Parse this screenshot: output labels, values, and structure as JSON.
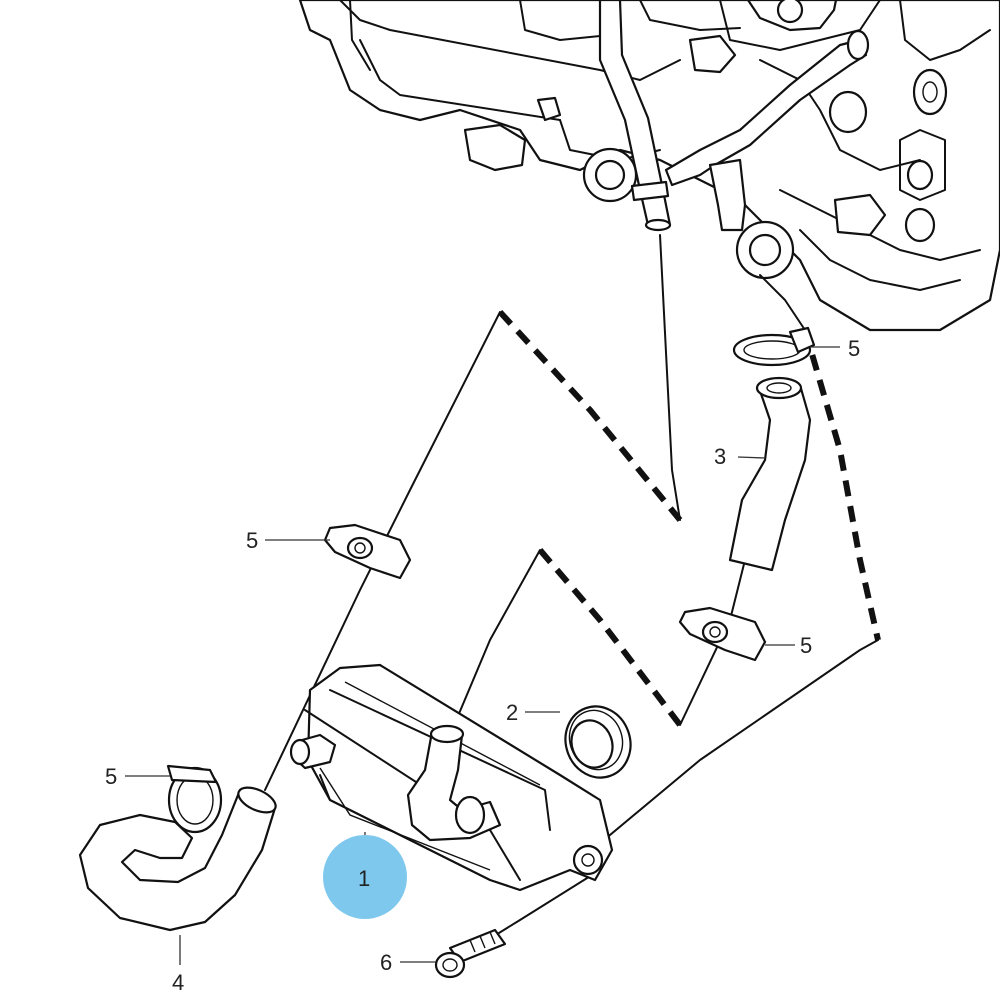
{
  "highlight_color": "#7ec8ee",
  "callouts": {
    "part_1": "1",
    "part_2": "2",
    "part_3": "3",
    "part_4": "4",
    "part_5_a": "5",
    "part_5_b": "5",
    "part_5_c": "5",
    "part_5_d": "5",
    "part_6": "6"
  }
}
